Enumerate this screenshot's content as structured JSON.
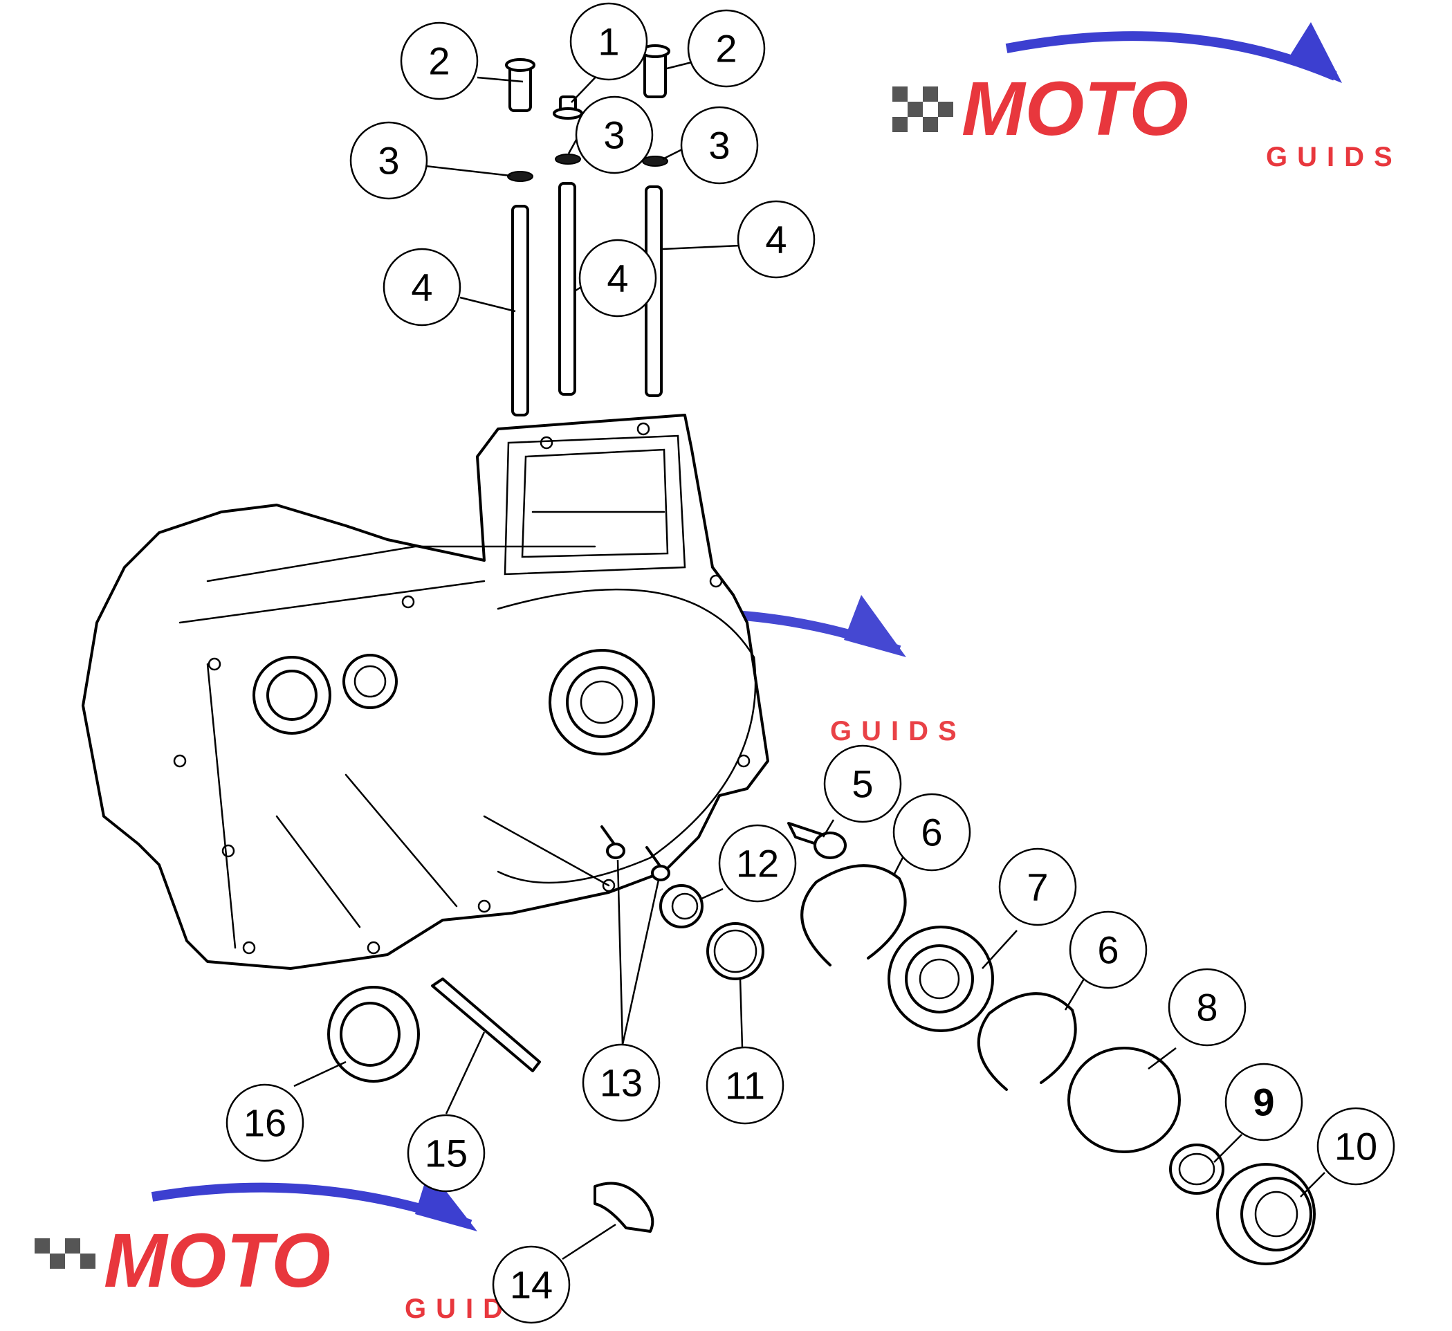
{
  "callouts": {
    "c1": "1",
    "c2a": "2",
    "c2b": "2",
    "c3a": "3",
    "c3b": "3",
    "c3c": "3",
    "c4a": "4",
    "c4b": "4",
    "c4c": "4",
    "c5": "5",
    "c6a": "6",
    "c6b": "6",
    "c7": "7",
    "c8": "8",
    "c9": "9",
    "c10": "10",
    "c11": "11",
    "c12": "12",
    "c13": "13",
    "c14": "14",
    "c15": "15",
    "c16": "16"
  },
  "watermark": {
    "brand": "MOTO",
    "sub": "GUIDS",
    "colors": {
      "red": "#e8373d",
      "blue": "#3c3fd0",
      "gray": "#555555"
    }
  }
}
